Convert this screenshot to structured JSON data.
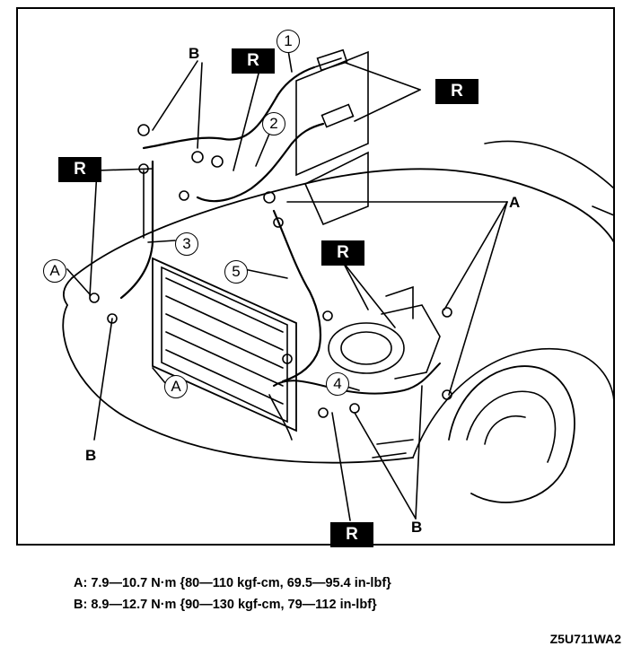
{
  "markers": {
    "r_label": "R",
    "parts": [
      "1",
      "2",
      "3",
      "4",
      "5"
    ],
    "a_label": "A",
    "b_label": "B"
  },
  "specs": [
    "A: 7.9—10.7 N·m {80—110 kgf-cm, 69.5—95.4 in-lbf}",
    "B: 8.9—12.7 N·m {90—130 kgf-cm, 79—112 in-lbf}"
  ],
  "figure_code": "Z5U711WA2"
}
